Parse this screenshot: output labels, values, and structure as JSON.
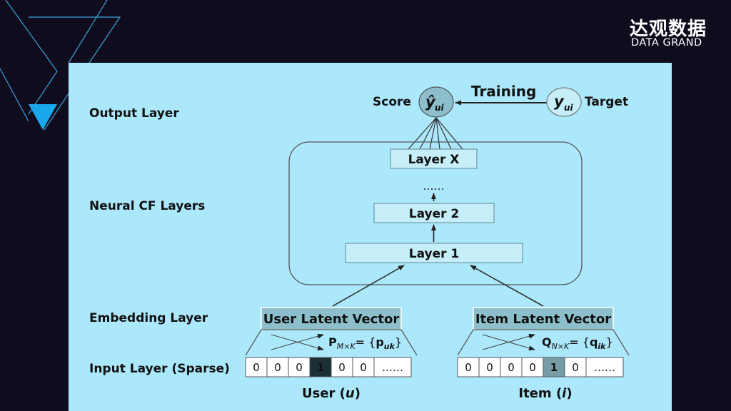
{
  "logo": {
    "cn": "达观数据",
    "en": "DATA GRAND"
  },
  "layers": {
    "output": "Output Layer",
    "neural": "Neural CF Layers",
    "embedding": "Embedding Layer",
    "input": "Input Layer (Sparse)"
  },
  "output": {
    "score_label": "Score",
    "training_label": "Training",
    "target_label": "Target",
    "score_symbol": "ŷ",
    "target_symbol": "y",
    "subscript": "ui"
  },
  "neural": {
    "layer_x": "Layer X",
    "dots": "……",
    "layer_2": "Layer 2",
    "layer_1": "Layer 1"
  },
  "embedding": {
    "user_vector": "User Latent Vector",
    "item_vector": "Item Latent Vector",
    "user_matrix": {
      "name": "P",
      "dim": "M×K",
      "eq": "= {",
      "elem": "p",
      "elem_sub": "uk",
      "close": "}"
    },
    "item_matrix": {
      "name": "Q",
      "dim": "N×K",
      "eq": "= {",
      "elem": "q",
      "elem_sub": "ik",
      "close": "}"
    }
  },
  "input": {
    "user_cells": [
      "0",
      "0",
      "0",
      "1",
      "0",
      "0",
      "……"
    ],
    "item_cells": [
      "0",
      "0",
      "0",
      "0",
      "1",
      "0",
      "……"
    ],
    "user_active_index": 3,
    "item_active_index": 4,
    "user_label": {
      "text": "User (",
      "var": "u",
      "close": ")"
    },
    "item_label": {
      "text": "Item (",
      "var": "i",
      "close": ")"
    }
  },
  "colors": {
    "background": "#0f0c1d",
    "panel": "#ace8fb",
    "layer_box": "#c5eef9",
    "vector_box": "#8cbfcb",
    "user_active_cell": "#1b2f35",
    "item_active_cell": "#779ca6",
    "deco_line": "#3aa3dc",
    "deco_triangle": "#1aa7ec"
  }
}
